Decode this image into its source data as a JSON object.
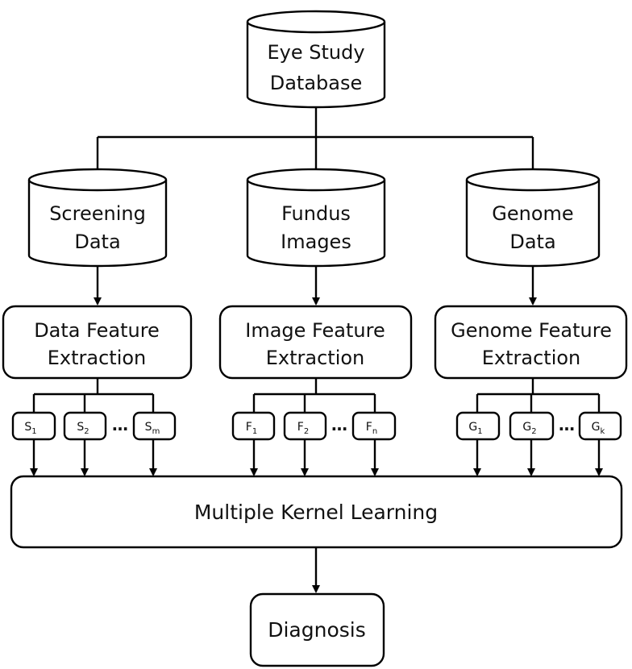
{
  "databases": {
    "eye_study": {
      "line1": "Eye Study",
      "line2": "Database"
    },
    "screening": {
      "line1": "Screening",
      "line2": "Data"
    },
    "fundus": {
      "line1": "Fundus",
      "line2": "Images"
    },
    "genome": {
      "line1": "Genome",
      "line2": "Data"
    }
  },
  "extraction": {
    "data": {
      "line1": "Data Feature",
      "line2": "Extraction"
    },
    "image": {
      "line1": "Image Feature",
      "line2": "Extraction"
    },
    "genome": {
      "line1": "Genome Feature",
      "line2": "Extraction"
    }
  },
  "features": {
    "screening": [
      {
        "base": "S",
        "sub": "1"
      },
      {
        "base": "S",
        "sub": "2"
      },
      {
        "base": "S",
        "sub": "m"
      }
    ],
    "image": [
      {
        "base": "F",
        "sub": "1"
      },
      {
        "base": "F",
        "sub": "2"
      },
      {
        "base": "F",
        "sub": "n"
      }
    ],
    "genome": [
      {
        "base": "G",
        "sub": "1"
      },
      {
        "base": "G",
        "sub": "2"
      },
      {
        "base": "G",
        "sub": "k"
      }
    ],
    "ellipsis": "…"
  },
  "mkl": {
    "label": "Multiple Kernel Learning"
  },
  "diagnosis": {
    "label": "Diagnosis"
  }
}
